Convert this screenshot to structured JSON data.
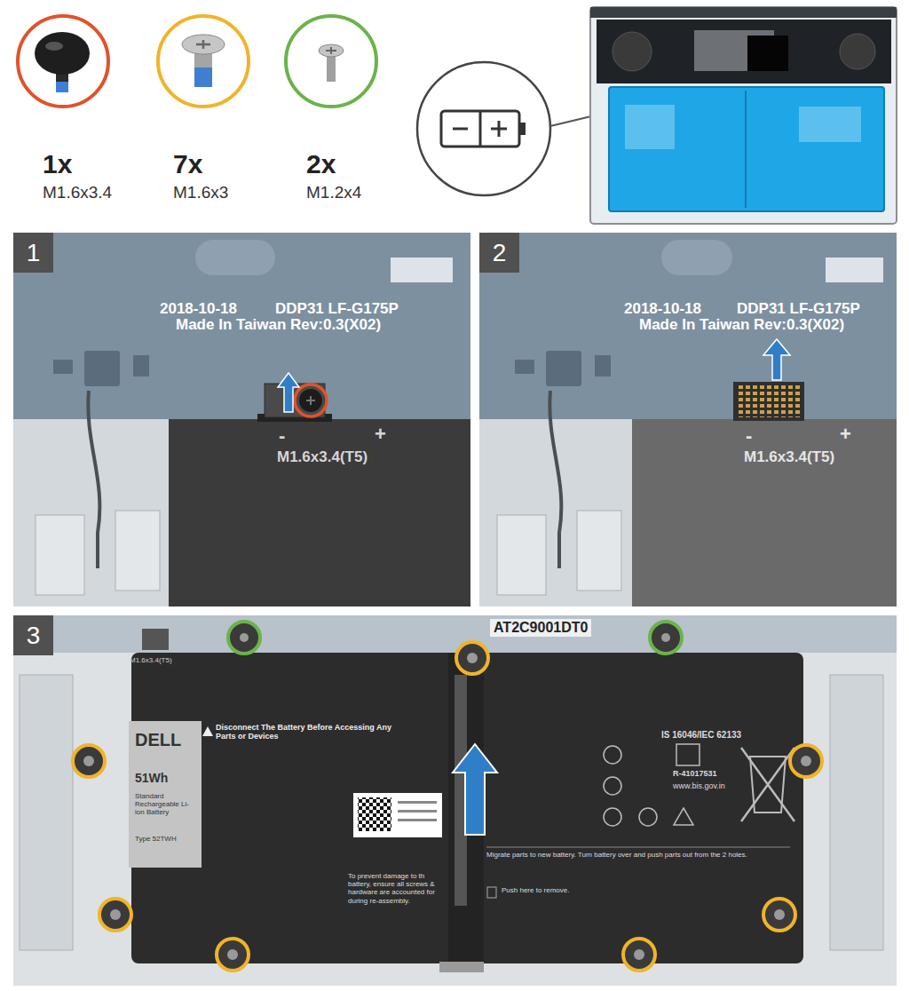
{
  "diagram": {
    "nodes": [
      {
        "text": [
          "1x",
          "M1.6x3.4"
        ]
      },
      {
        "text": [
          "7x",
          "M1.6x3"
        ]
      },
      {
        "text": [
          "2x",
          "M1.2x4"
        ]
      },
      {
        "text": [
          "1"
        ]
      },
      {
        "text": [
          "2"
        ]
      },
      {
        "text": [
          "3"
        ]
      }
    ],
    "labels": [
      "2018-10-18",
      "DDP31 LF-G175P",
      "Made In Taiwan Rev:0.3(X02)",
      "M1.6x3.4(T5)",
      "2018-10-18",
      "DDP31 LF-G175P",
      "Made In Taiwan Rev:0.3(X02)",
      "M1.6x3.4(T5)",
      "AT2C9001DT0",
      "M1.6x3.4(T5)",
      "Disconnect The Battery Before Accessing Any Parts or Devices",
      "DELL",
      "51Wh",
      "Standard Rechargeable Li-ion Battery",
      "Type 52TWH",
      "To prevent damage to th battery, ensure all screws & hardware are accounted for during re-assembly.",
      "Migrate parts to new battery. Turn battery over and push parts out from the 2 holes.",
      "Push here to remove.",
      "IS 16046/IEC 62133",
      "R-41017531",
      "www.bis.gov.in",
      "-",
      "+",
      "-",
      "+"
    ]
  }
}
